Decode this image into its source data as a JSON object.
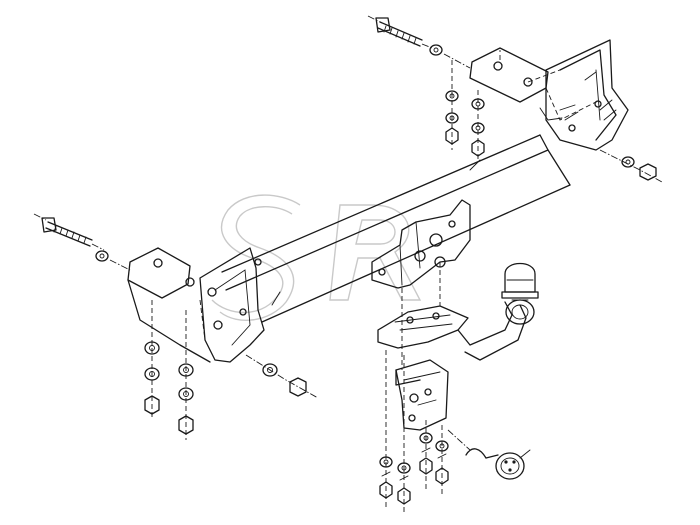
{
  "watermark": {
    "text": "SR",
    "color": "#c9c9c9"
  },
  "line_color": "#1a1a1a",
  "background": "#ffffff",
  "parts": [
    "bolt-top-right",
    "bolt-left",
    "crossbar",
    "left-mounting-bracket",
    "right-mounting-bracket",
    "center-mounting-plate",
    "tow-ball",
    "ball-cover",
    "tow-arm",
    "socket-plate",
    "electrical-socket",
    "nut-washer-stacks"
  ]
}
